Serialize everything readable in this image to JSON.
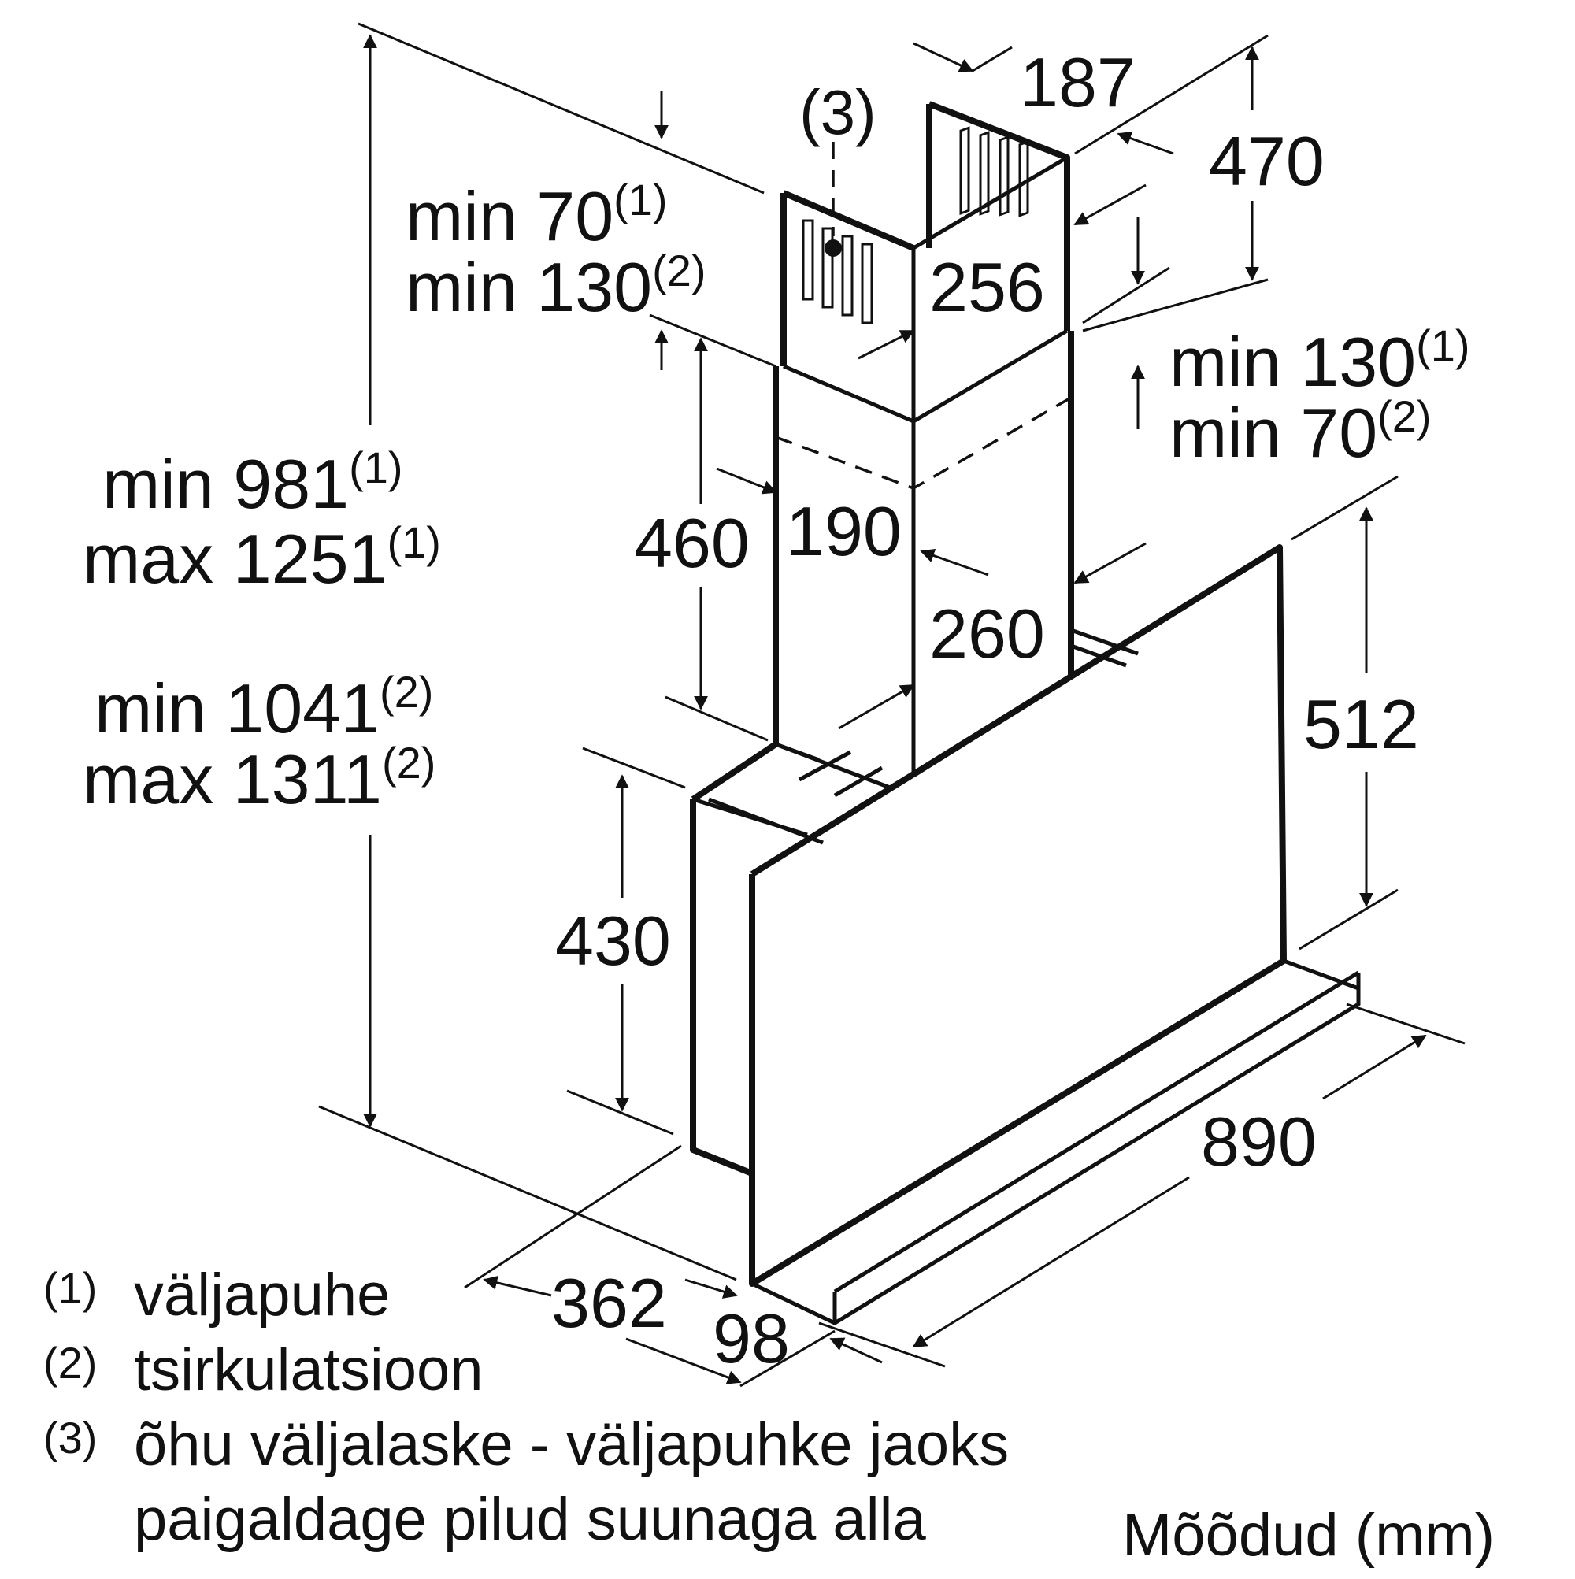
{
  "dimensions": {
    "d187": "187",
    "d470": "470",
    "d256": "256",
    "d190": "190",
    "d260": "260",
    "d460": "460",
    "d512": "512",
    "d430": "430",
    "d890": "890",
    "d362": "362",
    "d98": "98"
  },
  "marker3": "(3)",
  "labels": {
    "top_left": {
      "line1": {
        "text": "min 70",
        "sup": "(1)"
      },
      "line2": {
        "text": "min 130",
        "sup": "(2)"
      }
    },
    "right_mid": {
      "line1": {
        "text": "min 130",
        "sup": "(1)"
      },
      "line2": {
        "text": "min 70",
        "sup": "(2)"
      }
    },
    "height_outlet": {
      "line1": {
        "text": "min 981",
        "sup": "(1)"
      },
      "line2": {
        "text": "max 1251",
        "sup": "(1)"
      }
    },
    "height_circ": {
      "line1": {
        "text": "min 1041",
        "sup": "(2)"
      },
      "line2": {
        "text": "max 1311",
        "sup": "(2)"
      }
    }
  },
  "legend": [
    {
      "marker": "(1)",
      "text": "väljapuhe"
    },
    {
      "marker": "(2)",
      "text": "tsirkulatsioon"
    },
    {
      "marker": "(3)",
      "text": "õhu väljalaske - väljapuhke jaoks"
    },
    {
      "marker": "",
      "text": "paigaldage pilud suunaga alla"
    }
  ],
  "units": "Mõõdud (mm)"
}
